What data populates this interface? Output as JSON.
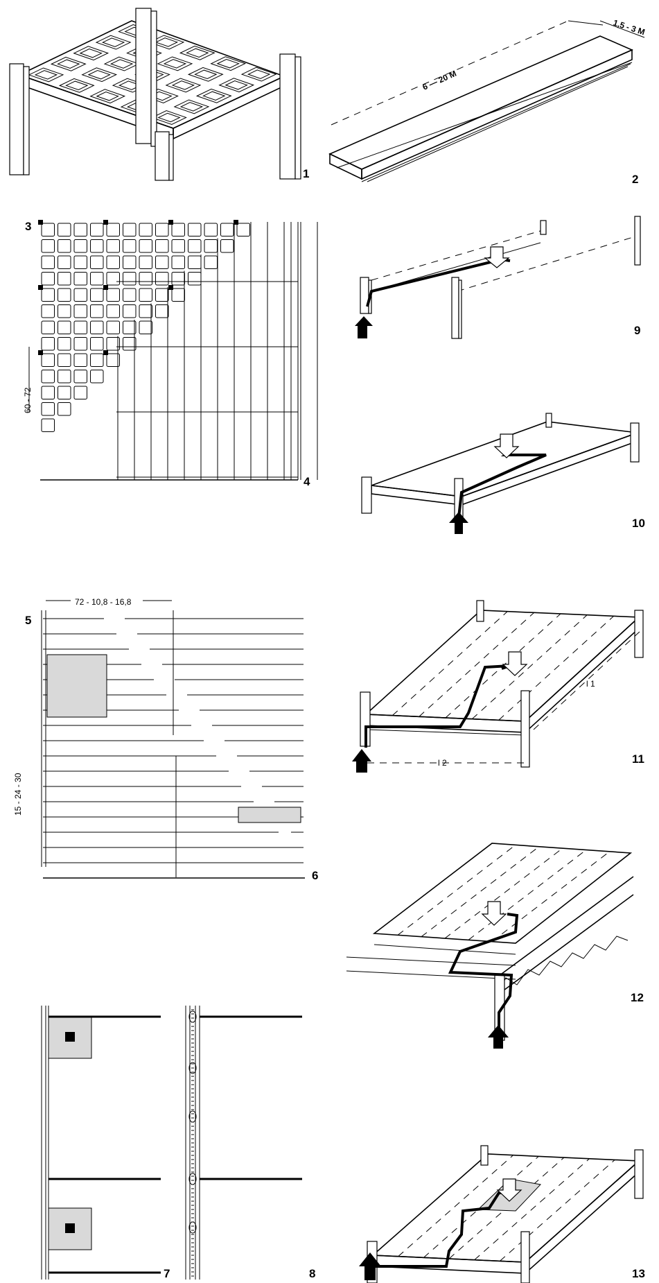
{
  "figures": [
    {
      "number": "1"
    },
    {
      "number": "2",
      "dimensions": [
        "6 — 20 M",
        "1,5 - 3 M"
      ]
    },
    {
      "number": "3",
      "dimensions": [
        "60 - 72"
      ]
    },
    {
      "number": "4"
    },
    {
      "number": "5",
      "dimensions": [
        "72 - 10,8 - 16,8",
        "15 - 24 - 30"
      ]
    },
    {
      "number": "6"
    },
    {
      "number": "7"
    },
    {
      "number": "8"
    },
    {
      "number": "9"
    },
    {
      "number": "10"
    },
    {
      "number": "11",
      "dimensions": [
        "l1",
        "l2"
      ]
    },
    {
      "number": "12"
    },
    {
      "number": "13"
    }
  ],
  "labels": {
    "fig1": "1",
    "fig2": "2",
    "fig2_length": "6 — 20 M",
    "fig2_width": "1,5 - 3 M",
    "fig3": "3",
    "fig3_module": "60 - 72",
    "fig4": "4",
    "fig5": "5",
    "fig5_top": "72 - 10,8 - 16,8",
    "fig5_side": "15 - 24 - 30",
    "fig6": "6",
    "fig7": "7",
    "fig8": "8",
    "fig9": "9",
    "fig10": "10",
    "fig11": "11",
    "fig11_l1": "l 1",
    "fig11_l2": "l 2",
    "fig12": "12",
    "fig13": "13"
  }
}
